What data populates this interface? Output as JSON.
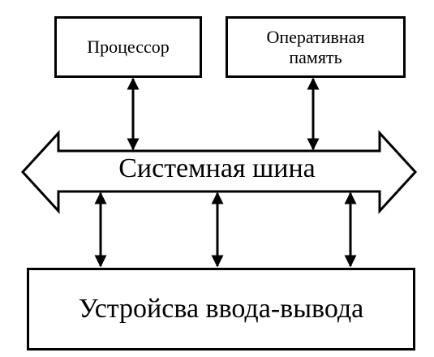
{
  "diagram": {
    "nodes": {
      "cpu": {
        "label": "Процессор"
      },
      "ram": {
        "label": "Оперативная\nпамять"
      },
      "bus": {
        "label": "Системная шина"
      },
      "io": {
        "label": "Устройсва ввода-вывода"
      }
    },
    "edges": [
      {
        "from": "cpu",
        "to": "bus",
        "direction": "both"
      },
      {
        "from": "ram",
        "to": "bus",
        "direction": "both"
      },
      {
        "from": "bus",
        "to": "io",
        "direction": "both"
      },
      {
        "from": "bus",
        "to": "io",
        "direction": "both"
      },
      {
        "from": "bus",
        "to": "io",
        "direction": "both"
      }
    ],
    "colors": {
      "stroke": "#000000",
      "background": "#ffffff"
    }
  }
}
